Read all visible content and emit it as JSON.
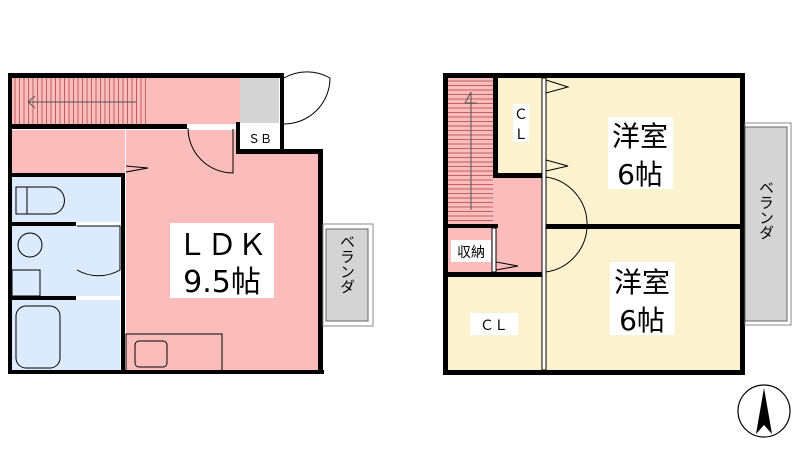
{
  "unit_1f": {
    "ldk_label": "ＬＤＫ",
    "ldk_size": "9.5帖",
    "sb_label": "ＳＢ",
    "veranda_label": "ベランダ"
  },
  "unit_2f": {
    "room_top_label": "洋室",
    "room_top_size": "6帖",
    "room_bottom_label": "洋室",
    "room_bottom_size": "6帖",
    "closet_top_label_1": "Ｃ",
    "closet_top_label_2": "Ｌ",
    "closet_bottom_label": "ＣＬ",
    "storage_label": "収納",
    "veranda_label": "ベランダ"
  },
  "colors": {
    "pink": "#fbbcbc",
    "blue": "#dbeafc",
    "yellow": "#fdf2cf",
    "gray": "#d4d4d4"
  }
}
